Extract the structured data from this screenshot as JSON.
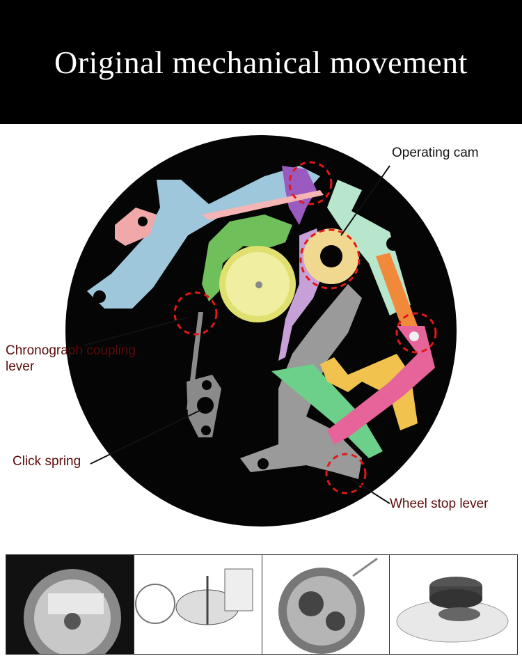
{
  "header": {
    "title": "Original mechanical movement"
  },
  "callouts": {
    "operating_cam": "Operating cam",
    "coupling_lever": "Chronograph coupling lever",
    "click_spring": "Click spring",
    "wheel_stop_lever": "Wheel stop lever"
  },
  "colors": {
    "label_dark_red": "#5a0a0a",
    "highlight_circle": "#e01818"
  }
}
